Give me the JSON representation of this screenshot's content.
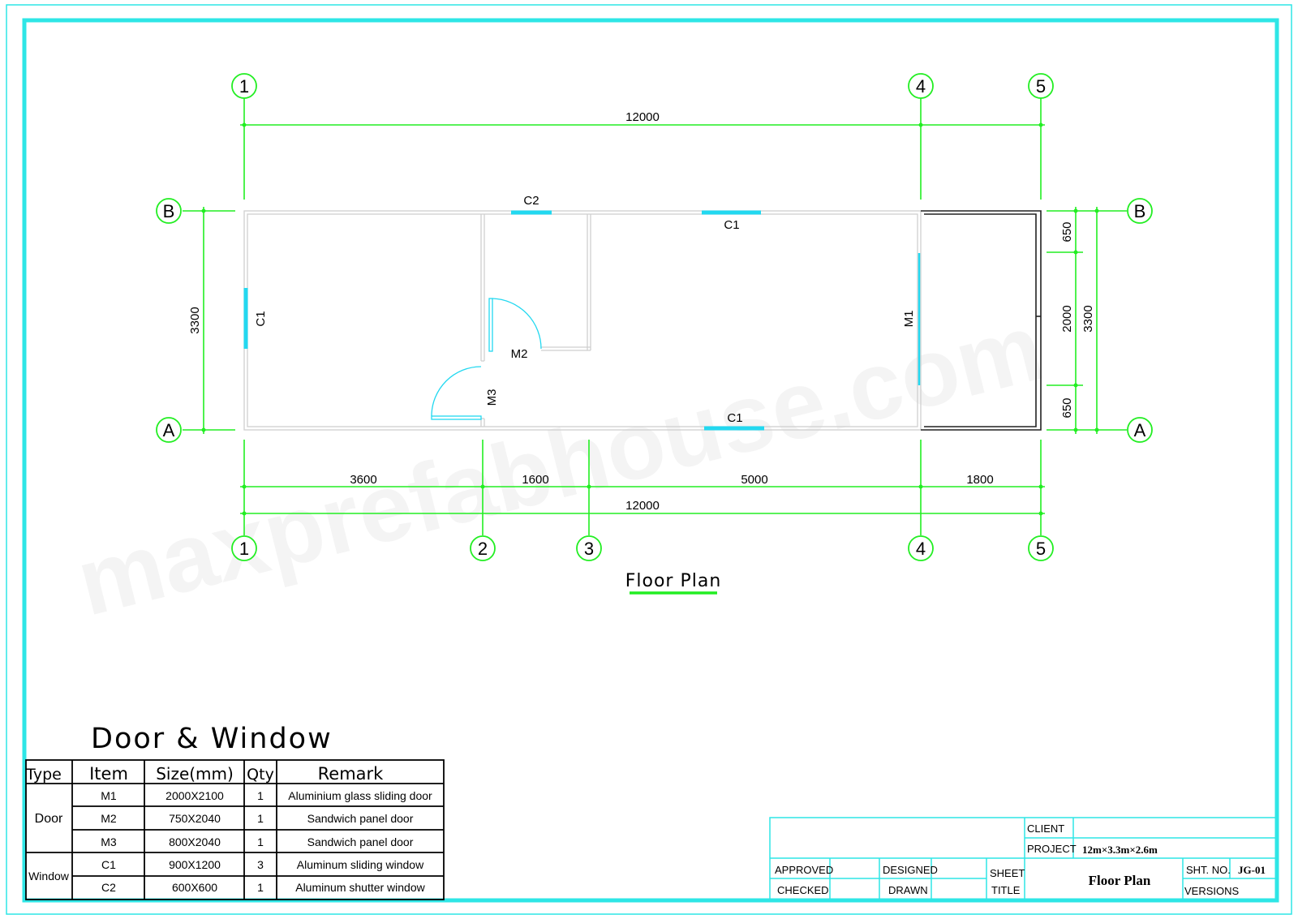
{
  "plan": {
    "title": "Floor Plan",
    "watermark": "maxprefabhouse.com",
    "axes_top": [
      "1",
      "4",
      "5"
    ],
    "axes_bottom": [
      "1",
      "2",
      "3",
      "4",
      "5"
    ],
    "axes_side": [
      "B",
      "A"
    ],
    "overall_top": "12000",
    "overall_bottom": "12000",
    "bottom_segments": [
      "3600",
      "1600",
      "5000",
      "1800"
    ],
    "left_dim": "3300",
    "right_segments": [
      "650",
      "2000",
      "650"
    ],
    "right_total": "3300",
    "openings": {
      "c2_top": "C2",
      "c1_top": "C1",
      "c1_left": "C1",
      "c1_bottom": "C1",
      "m1": "M1",
      "m2": "M2",
      "m3": "M3"
    }
  },
  "schedule": {
    "title": "Door & Window",
    "headers": [
      "Type",
      "Item",
      "Size(mm)",
      "Qty",
      "Remark"
    ],
    "groups": [
      "Door",
      "Window"
    ],
    "rows": [
      {
        "item": "M1",
        "size": "2000X2100",
        "qty": "1",
        "remark": "Aluminium glass sliding door"
      },
      {
        "item": "M2",
        "size": "750X2040",
        "qty": "1",
        "remark": "Sandwich panel door"
      },
      {
        "item": "M3",
        "size": "800X2040",
        "qty": "1",
        "remark": "Sandwich panel door"
      },
      {
        "item": "C1",
        "size": "900X1200",
        "qty": "3",
        "remark": "Aluminum sliding window"
      },
      {
        "item": "C2",
        "size": "600X600",
        "qty": "1",
        "remark": "Aluminum shutter window"
      }
    ]
  },
  "title_block": {
    "client_label": "CLIENT",
    "project_label": "PROJECT",
    "project_value": "12m×3.3m×2.6m",
    "approved": "APPROVED",
    "designed": "DESIGNED",
    "checked": "CHECKED",
    "drawn": "DRAWN",
    "sheet": "SHEET",
    "title": "TITLE",
    "drawing_title": "Floor Plan",
    "sht_no_label": "SHT. NO.",
    "sht_no_value": "JG-01",
    "versions": "VERSIONS"
  },
  "colors": {
    "frame": "#2ee6e6",
    "dimension": "#22ee22",
    "wall": "#cfcfcf",
    "opening": "#22d8f0",
    "ink": "#000000"
  }
}
